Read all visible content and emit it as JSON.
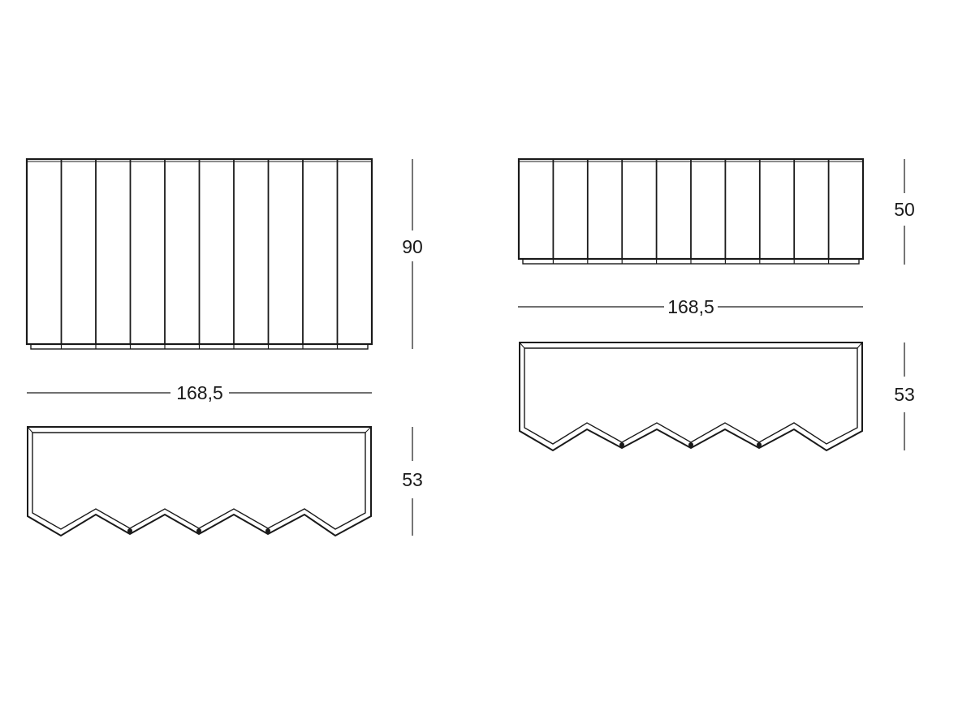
{
  "drawing_1": {
    "height_label": "90",
    "width_label": "168,5",
    "depth_label": "53",
    "panel_count": 10
  },
  "drawing_2": {
    "height_label": "50",
    "width_label": "168,5",
    "depth_label": "53",
    "panel_count": 10
  },
  "colors": {
    "line": "#1a1a1a",
    "background": "#ffffff"
  }
}
